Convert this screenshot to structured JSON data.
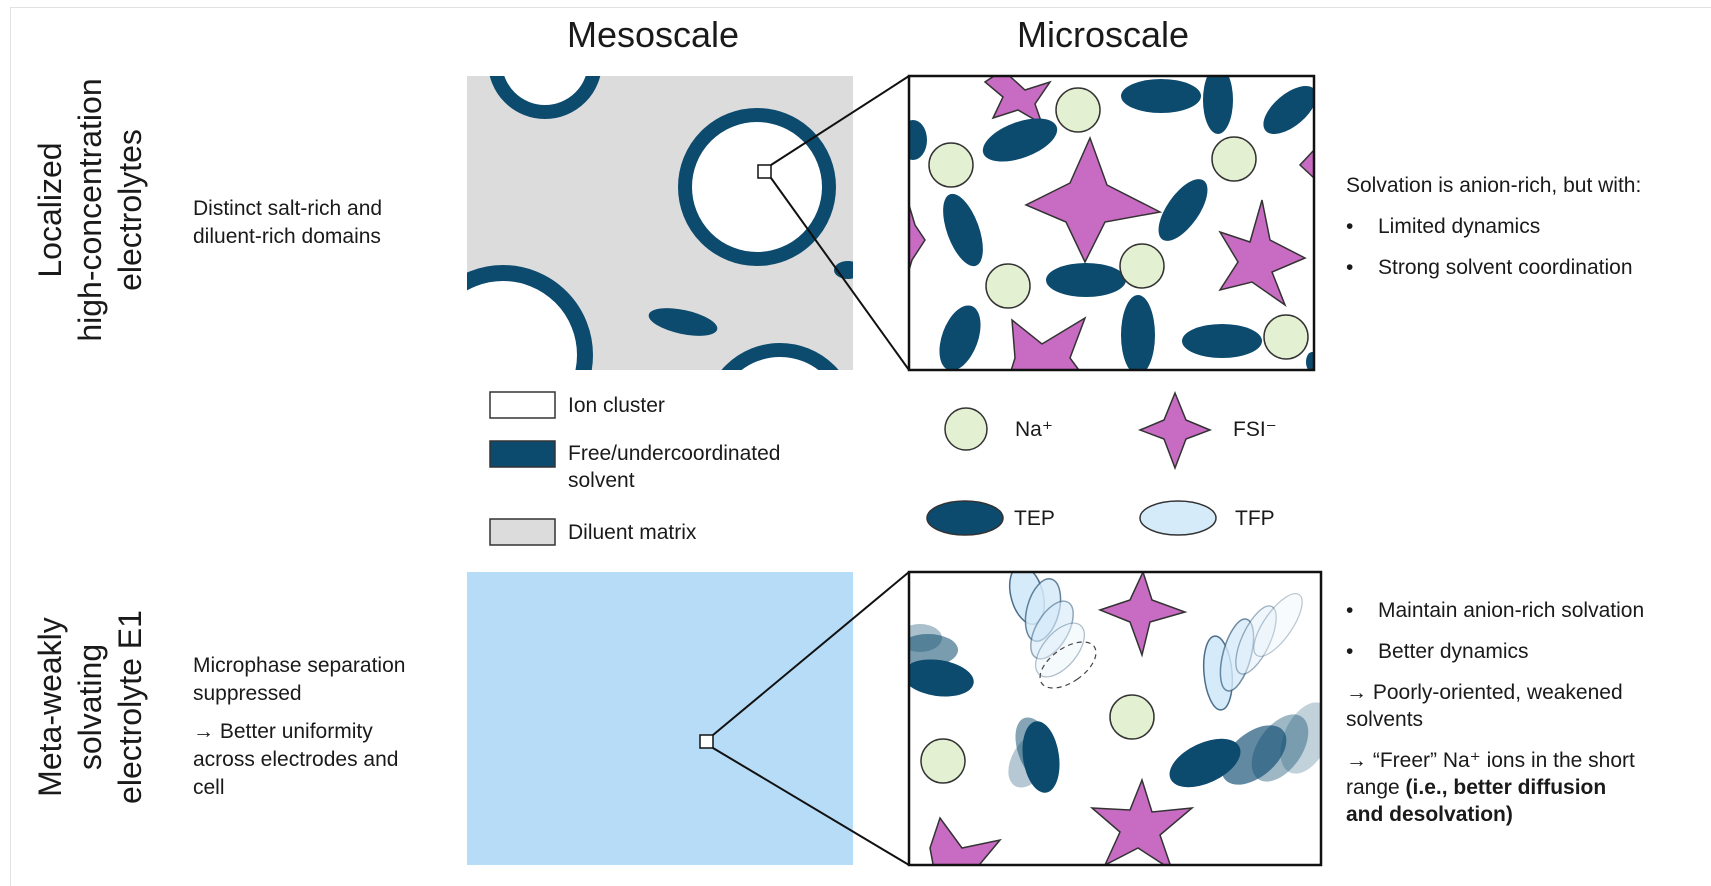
{
  "headers": {
    "mesoscale": "Mesoscale",
    "microscale": "Microscale"
  },
  "rows": {
    "top": {
      "title_line1": "Localized",
      "title_line2": "high-concentration",
      "title_line3": "electrolytes",
      "desc_line1": "Distinct salt-rich and",
      "desc_line2": "diluent-rich domains",
      "summary": "Solvation is anion-rich, but with:",
      "bullets": [
        "Limited dynamics",
        "Strong solvent coordination"
      ]
    },
    "bottom": {
      "title_line1": "Meta-weakly",
      "title_line2": "solvating",
      "title_line3": "electrolyte E1",
      "desc_line1": "Microphase separation",
      "desc_line2": "suppressed",
      "desc_arrow1": "→ Better uniformity",
      "desc_arrow2": "across electrodes and",
      "desc_arrow3": "cell",
      "bullets": [
        "Maintain anion-rich solvation",
        "Better dynamics"
      ],
      "arrow1_line1": "→ Poorly-oriented, weakened",
      "arrow1_line2": "solvents",
      "arrow2_line1": "→ “Freer” Na⁺ ions in the short",
      "arrow2_line2_plain": "range ",
      "arrow2_line2_bold": "(i.e., better diffusion",
      "arrow2_line3_bold": "and desolvation)"
    }
  },
  "meso_legend": {
    "ion_cluster": "Ion cluster",
    "free_solvent_line1": "Free/undercoordinated",
    "free_solvent_line2": "solvent",
    "diluent": "Diluent matrix"
  },
  "micro_legend": {
    "na": "Na⁺",
    "fsi": "FSI⁻",
    "tep": "TEP",
    "tfp": "TFP"
  },
  "colors": {
    "navy": "#0c4a6e",
    "gray_matrix": "#dcdcdc",
    "light_blue_box": "#b7dcf7",
    "tfp_fill": "#d6ebfa",
    "na_fill": "#e3f0d1",
    "fsi_fill": "#c86bc3",
    "bullet_dot": "•"
  }
}
